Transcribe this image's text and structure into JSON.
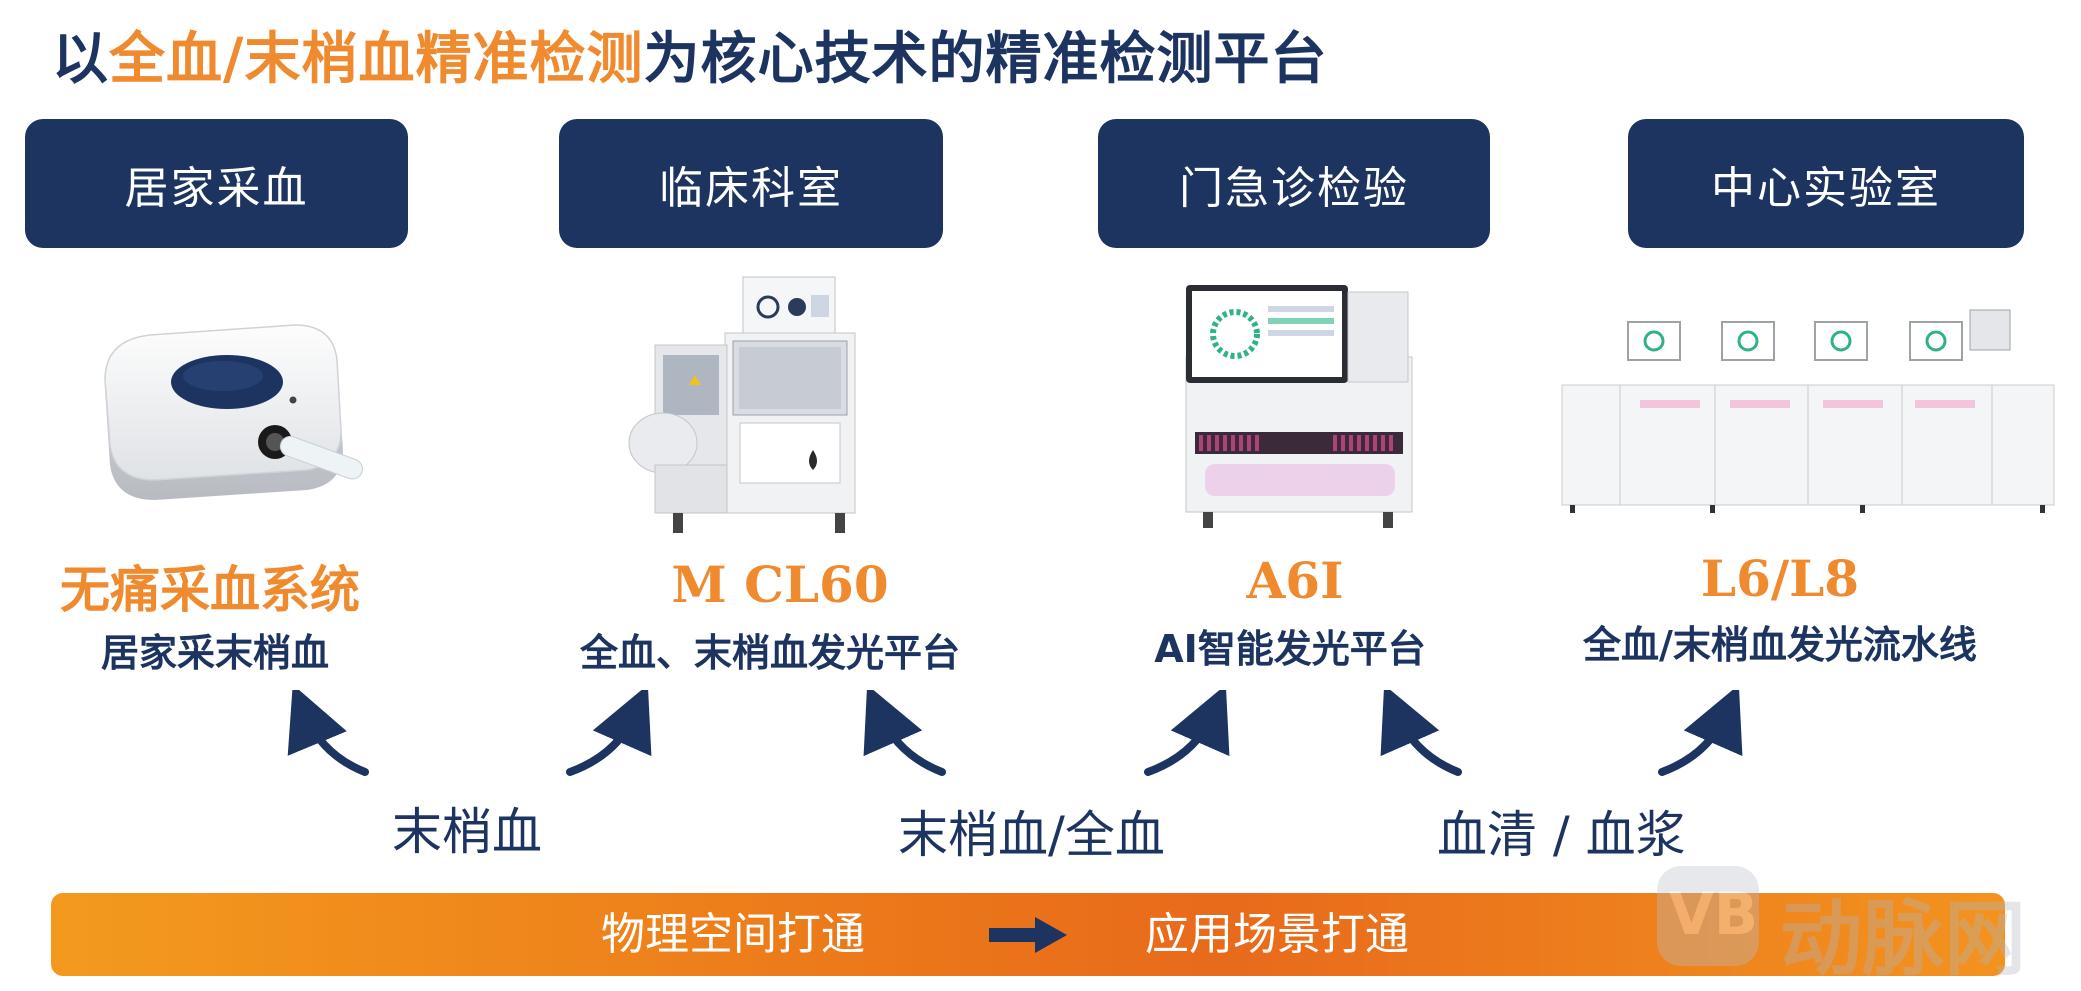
{
  "title": {
    "prefix": "以",
    "highlight": "全血/末梢血精准检测",
    "suffix": "为核心技术的精准检测平台"
  },
  "scenarios": [
    {
      "label": "居家采血"
    },
    {
      "label": "临床科室"
    },
    {
      "label": "门急诊检验"
    },
    {
      "label": "中心实验室"
    }
  ],
  "products": [
    {
      "name": "无痛采血系统",
      "subtitle": "居家采末梢血"
    },
    {
      "name": "M CL60",
      "subtitle": "全血、末梢血发光平台"
    },
    {
      "name": "A6I",
      "subtitle": "AI智能发光平台"
    },
    {
      "name": "L6/L8",
      "subtitle": "全血/末梢血发光流水线"
    }
  ],
  "blood_types": [
    "末梢血",
    "末梢血/全血",
    "血清 / 血浆"
  ],
  "banner": {
    "left": "物理空间打通",
    "right": "应用场景打通"
  },
  "watermark": {
    "text": "动脉网",
    "logo": "VB"
  },
  "colors": {
    "navy": "#1d3461",
    "orange": "#ef8a2e"
  }
}
